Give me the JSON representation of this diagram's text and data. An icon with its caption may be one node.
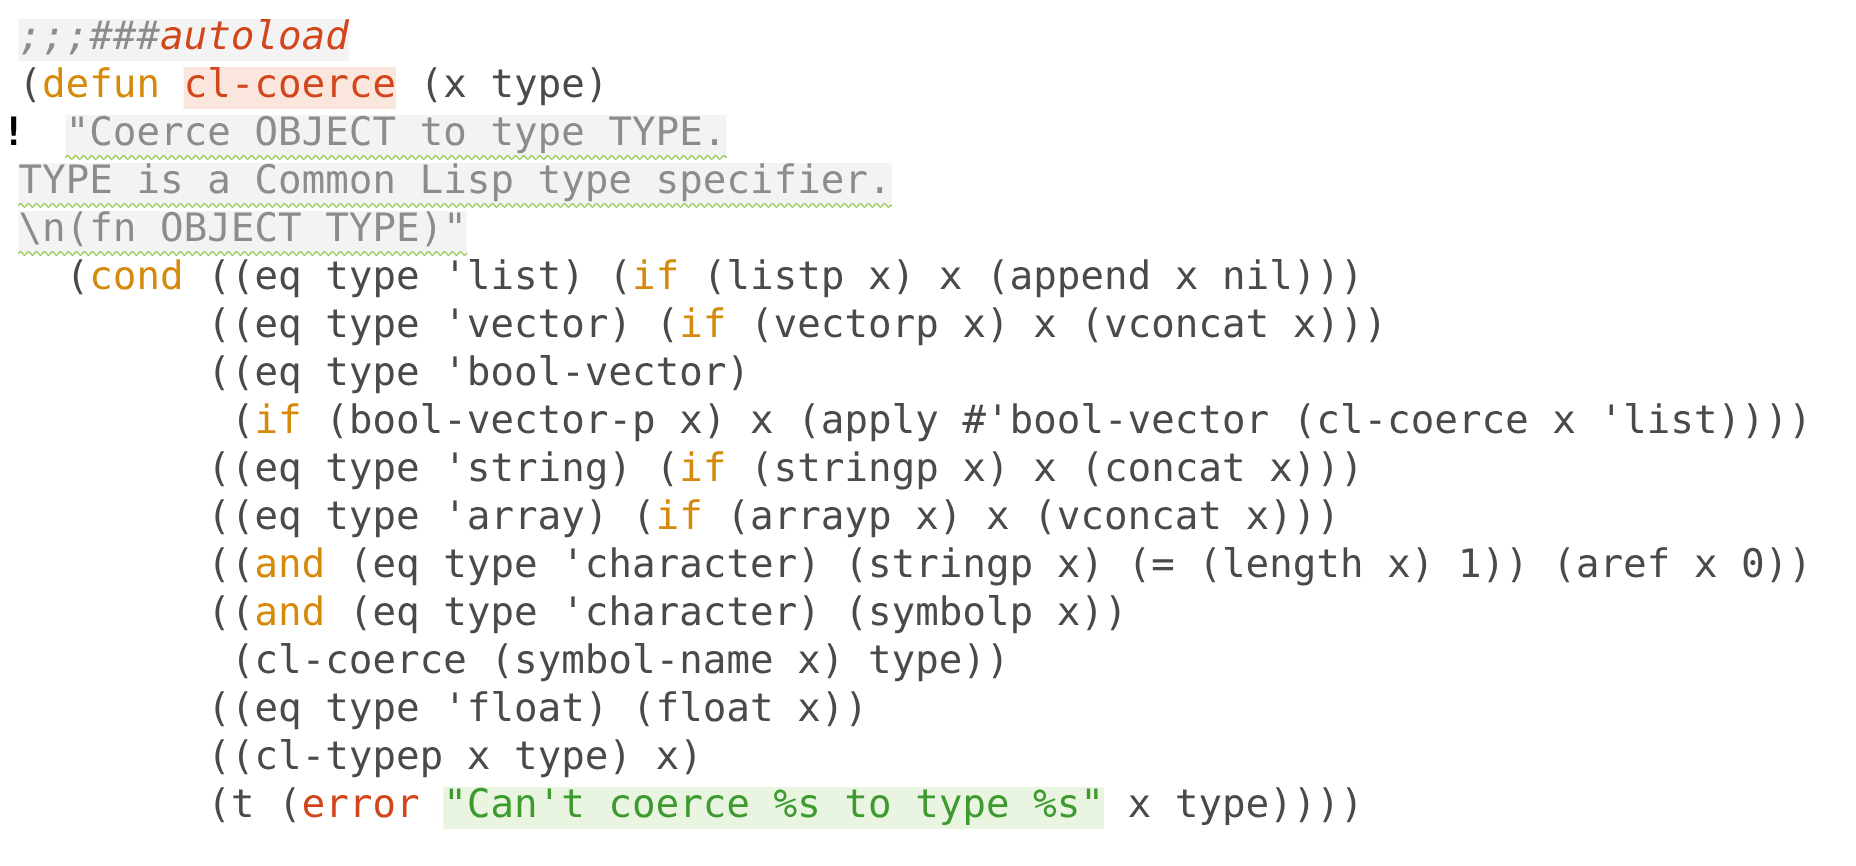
{
  "diagram": {
    "labels": [
      ";;;###",
      "autoload",
      "(",
      "defun",
      "cl-coerce",
      "(x type)",
      "!",
      "\"Coerce OBJECT to type TYPE.",
      "TYPE is a Common Lisp type specifier.",
      "\\n(fn OBJECT TYPE)\"",
      "(",
      "cond",
      "((eq type 'list) (",
      "if",
      "(listp x) x (append x nil)))",
      "((eq type 'vector) (",
      "if",
      "(vectorp x) x (vconcat x)))",
      "((eq type 'bool-vector)",
      "(",
      "if",
      "(bool-vector-p x) x (apply #'bool-vector (cl-coerce x 'list))))",
      "((eq type 'string) (",
      "if",
      "(stringp x) x (concat x)))",
      "((eq type 'array) (",
      "if",
      "(arrayp x) x (vconcat x)))",
      "((",
      "and",
      "(eq type 'character) (stringp x) (= (length x) 1)) (aref x 0))",
      "((",
      "and",
      "(eq type 'character) (symbolp x))",
      "(cl-coerce (symbol-name x) type))",
      "((eq type 'float) (float x))",
      "((cl-typep x type) x)",
      "(t (",
      "error",
      "\"Can't coerce %s to type %s\"",
      "x type))))"
    ]
  }
}
